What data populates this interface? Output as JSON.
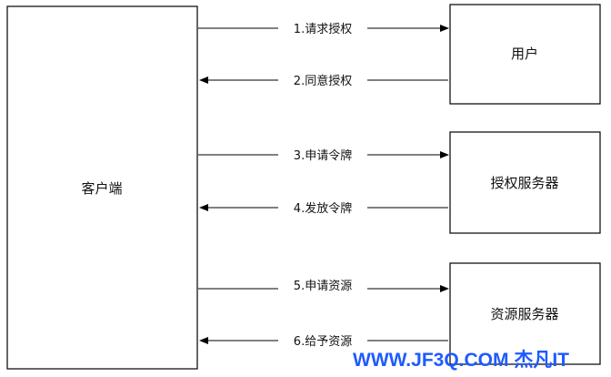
{
  "nodes": {
    "client": "客户端",
    "user": "用户",
    "auth_server": "授权服务器",
    "resource_server": "资源服务器"
  },
  "messages": [
    {
      "label": "1.请求授权",
      "from": "client",
      "to": "user"
    },
    {
      "label": "2.同意授权",
      "from": "user",
      "to": "client"
    },
    {
      "label": "3.申请令牌",
      "from": "client",
      "to": "auth_server"
    },
    {
      "label": "4.发放令牌",
      "from": "auth_server",
      "to": "client"
    },
    {
      "label": "5.申请资源",
      "from": "client",
      "to": "resource_server"
    },
    {
      "label": "6.给予资源",
      "from": "resource_server",
      "to": "client"
    }
  ],
  "watermark": "WWW.JF3Q.COM 杰凡IT",
  "colors": {
    "line": "#000000",
    "watermark": "#1e5bff"
  }
}
